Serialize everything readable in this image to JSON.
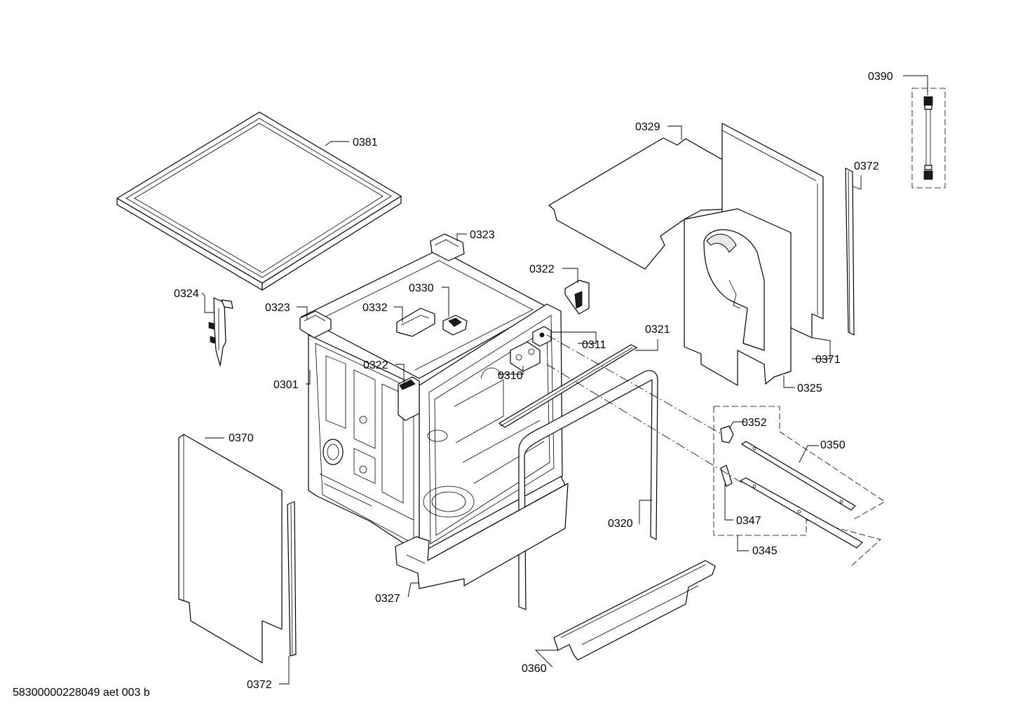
{
  "footer_text": "58300000228049 aet 003 b",
  "callouts": {
    "c0390": "0390",
    "c0381": "0381",
    "c0329": "0329",
    "c0372_top": "0372",
    "c0323_top": "0323",
    "c0322_top": "0322",
    "c0324": "0324",
    "c0330": "0330",
    "c0332": "0332",
    "c0323_left": "0323",
    "c0321": "0321",
    "c0311": "0311",
    "c0371": "0371",
    "c0322_mid": "0322",
    "c0301": "0301",
    "c0310": "0310",
    "c0325": "0325",
    "c0352": "0352",
    "c0350": "0350",
    "c0370": "0370",
    "c0347": "0347",
    "c0320": "0320",
    "c0345": "0345",
    "c0327": "0327",
    "c0360": "0360",
    "c0372_bottom": "0372"
  }
}
